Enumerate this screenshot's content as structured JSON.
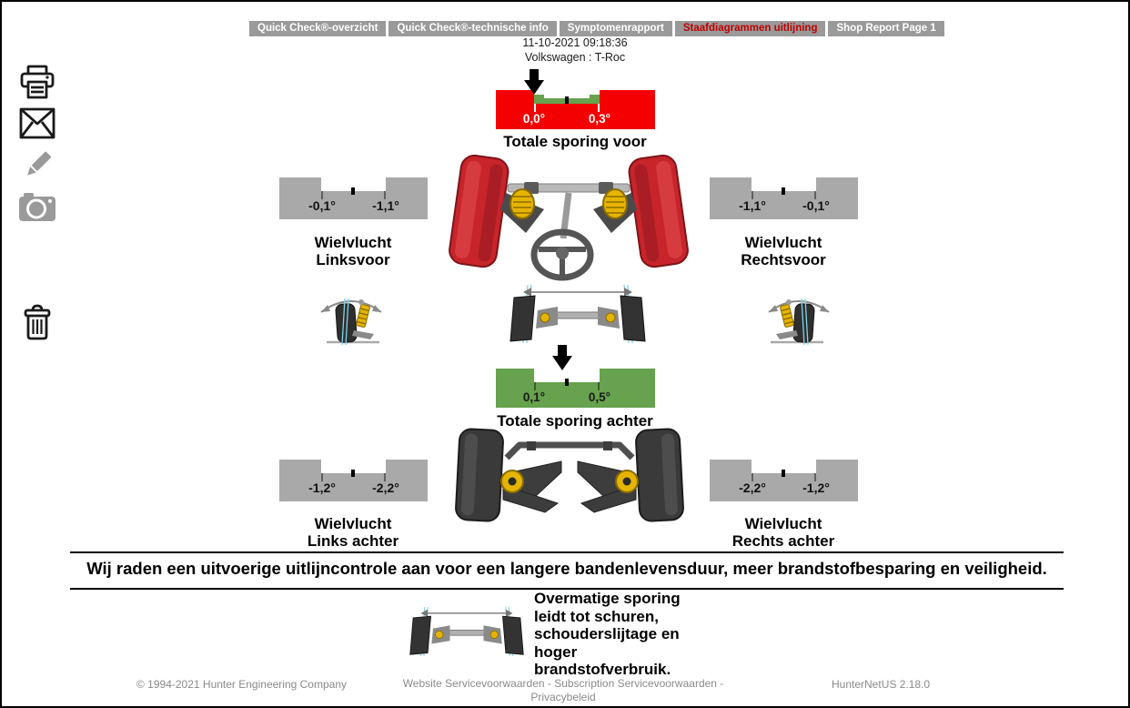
{
  "tabs": [
    {
      "label": "Quick Check®-overzicht"
    },
    {
      "label": "Quick Check®-technische info"
    },
    {
      "label": "Symptomenrapport"
    },
    {
      "label": "Staafdiagrammen uitlijning"
    },
    {
      "label": "Shop Report Page 1"
    }
  ],
  "header": {
    "datetime": "11-10-2021 09:18:36",
    "vehicle": "Volkswagen : T-Roc"
  },
  "sidebar_icons": [
    "printer-icon",
    "email-icon",
    "edit-icon",
    "camera-icon",
    "trash-icon"
  ],
  "gauges": {
    "toe_front": {
      "title": "Totale sporing voor",
      "left_value": "0,0°",
      "right_value": "0,3°",
      "status": "out-of-spec"
    },
    "camber_front_left": {
      "label": "Wielvlucht\nLinksvoor",
      "left_value": "-0,1°",
      "right_value": "-1,1°"
    },
    "camber_front_right": {
      "label": "Wielvlucht\nRechtsvoor",
      "left_value": "-1,1°",
      "right_value": "-0,1°"
    },
    "toe_rear": {
      "title": "Totale sporing achter",
      "left_value": "0,1°",
      "right_value": "0,5°",
      "status": "in-spec"
    },
    "camber_rear_left": {
      "label": "Wielvlucht\nLinks achter",
      "left_value": "-1,2°",
      "right_value": "-2,2°"
    },
    "camber_rear_right": {
      "label": "Wielvlucht\nRechts achter",
      "left_value": "-2,2°",
      "right_value": "-1,2°"
    }
  },
  "recommendation": "Wij raden een uitvoerige uitlijncontrole aan voor een langere bandenlevensduur, meer brandstofbesparing en veiligheid.",
  "note": "Overmatige sporing leidt tot schuren, schouderslijtage en hoger brandstofverbruik.",
  "footer": {
    "copyright": "© 1994-2021 Hunter Engineering Company",
    "terms_line1": "Website Servicevoorwaarden - Subscription Servicevoorwaarden -",
    "terms_line2": "Privacybeleid",
    "version": "HunterNetUS 2.18.0"
  },
  "colors": {
    "out_of_spec_red": "#f40000",
    "in_spec_green": "#67a24e",
    "neutral_gray": "#a9a9a9",
    "tab_background": "#9a9a9a",
    "active_tab_text": "#c00000"
  }
}
